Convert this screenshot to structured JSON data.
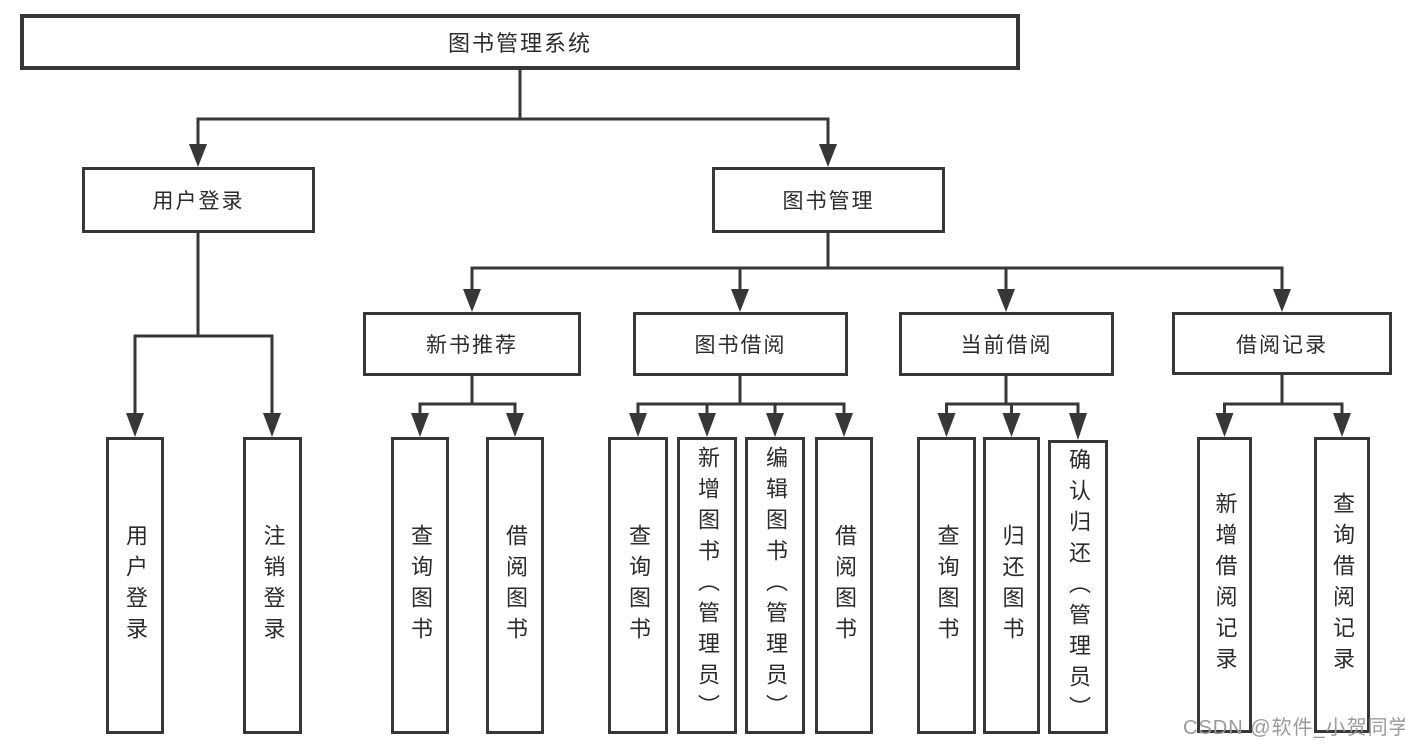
{
  "diagram": {
    "root": "图书管理系统",
    "level1": {
      "user_login": "用户登录",
      "book_mgmt": "图书管理"
    },
    "level2": {
      "new_book_rec": "新书推荐",
      "book_borrowing": "图书借阅",
      "current_borrowing": "当前借阅",
      "borrowing_records": "借阅记录"
    },
    "leaves": {
      "under_user_login": [
        "用户登录",
        "注销登录"
      ],
      "under_new_book_rec": [
        "查询图书",
        "借阅图书"
      ],
      "under_book_borrowing": [
        "查询图书",
        "新增图书（管理员）",
        "编辑图书（管理员）",
        "借阅图书"
      ],
      "under_current_borrowing": [
        "查询图书",
        "归还图书",
        "确认归还（管理员）"
      ],
      "under_borrowing_records": [
        "新增借阅记录",
        "查询借阅记录"
      ]
    }
  },
  "watermark": "CSDN @软件_小贺同学",
  "colors": {
    "line": "#373737",
    "text": "#2b2b2b",
    "box_background": "#ffffff",
    "watermark": "#9a9a9a",
    "page_background": "#ffffff"
  }
}
